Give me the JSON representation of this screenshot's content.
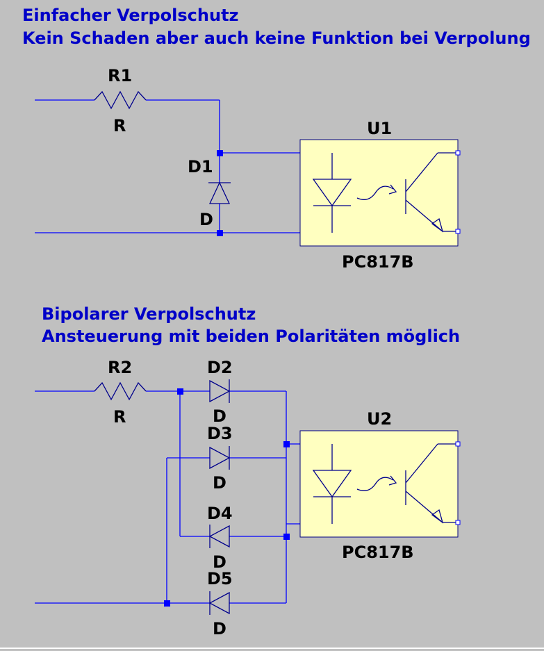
{
  "colors": {
    "background": "#c0c0c0",
    "title_text": "#0000c8",
    "wire": "#0000ff",
    "component": "#00008c",
    "chip_fill": "#ffffc0"
  },
  "section1": {
    "title_line1": "Einfacher Verpolschutz",
    "title_line2": "Kein Schaden aber auch keine Funktion bei Verpolung",
    "r1_name": "R1",
    "r1_value": "R",
    "d1_name": "D1",
    "d1_value": "D",
    "u1_name": "U1",
    "u1_value": "PC817B"
  },
  "section2": {
    "title_line1": "Bipolarer Verpolschutz",
    "title_line2": "Ansteuerung mit beiden Polaritäten möglich",
    "r2_name": "R2",
    "r2_value": "R",
    "d2_name": "D2",
    "d2_value": "D",
    "d3_name": "D3",
    "d3_value": "D",
    "d4_name": "D4",
    "d4_value": "D",
    "d5_name": "D5",
    "d5_value": "D",
    "u2_name": "U2",
    "u2_value": "PC817B"
  }
}
